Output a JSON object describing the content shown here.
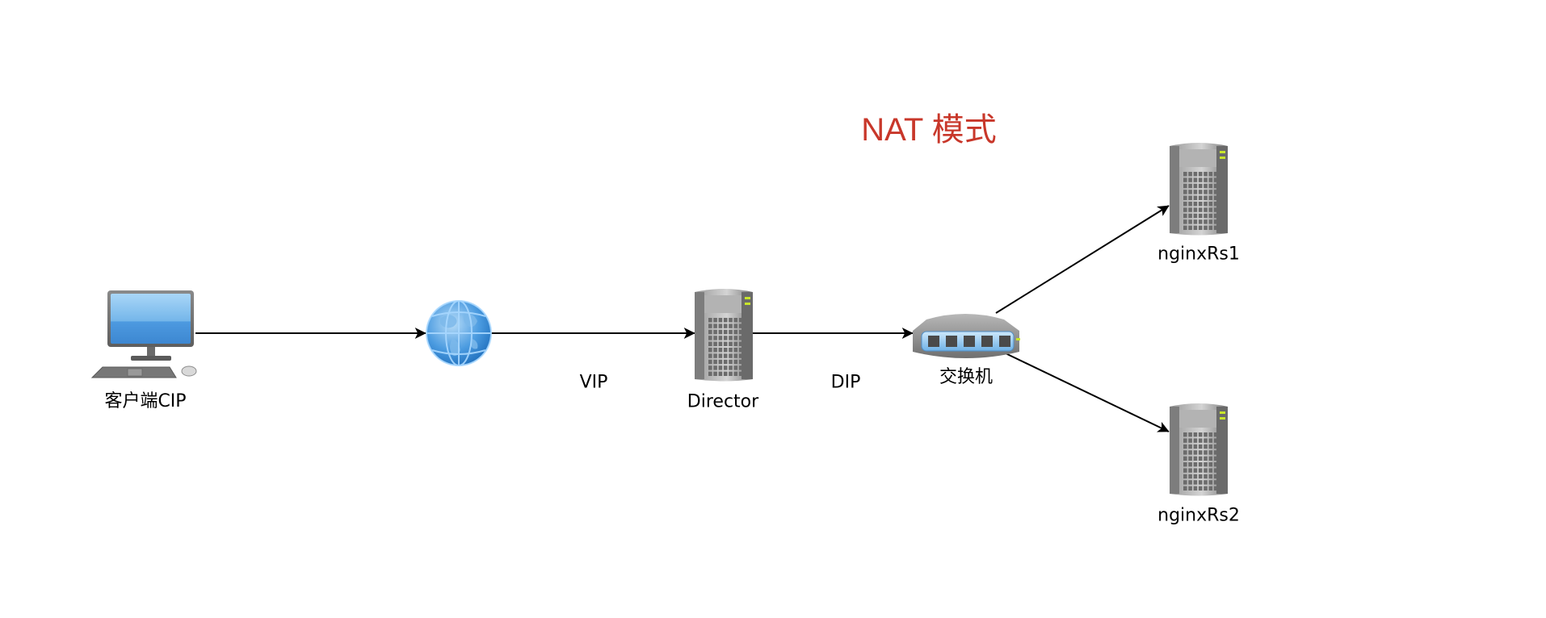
{
  "title": {
    "text": "NAT 模式",
    "color": "#c8372a"
  },
  "nodes": {
    "client": {
      "label": "客户端CIP",
      "icon": "desktop-computer-icon"
    },
    "internet": {
      "label": "",
      "icon": "globe-icon"
    },
    "director": {
      "label": "Director",
      "icon": "server-icon"
    },
    "switch": {
      "label": "交换机",
      "icon": "network-switch-icon"
    },
    "rs1": {
      "label": "nginxRs1",
      "icon": "server-icon"
    },
    "rs2": {
      "label": "nginxRs2",
      "icon": "server-icon"
    }
  },
  "edges": [
    {
      "from": "client",
      "to": "internet",
      "label": ""
    },
    {
      "from": "internet",
      "to": "director",
      "label": "VIP"
    },
    {
      "from": "director",
      "to": "switch",
      "label": "DIP"
    },
    {
      "from": "switch",
      "to": "rs1",
      "label": ""
    },
    {
      "from": "switch",
      "to": "rs2",
      "label": ""
    }
  ],
  "colors": {
    "edge": "#000000",
    "led": "#c8e62a",
    "screen": "#4a9be0",
    "globe": "#3f8fd8"
  }
}
